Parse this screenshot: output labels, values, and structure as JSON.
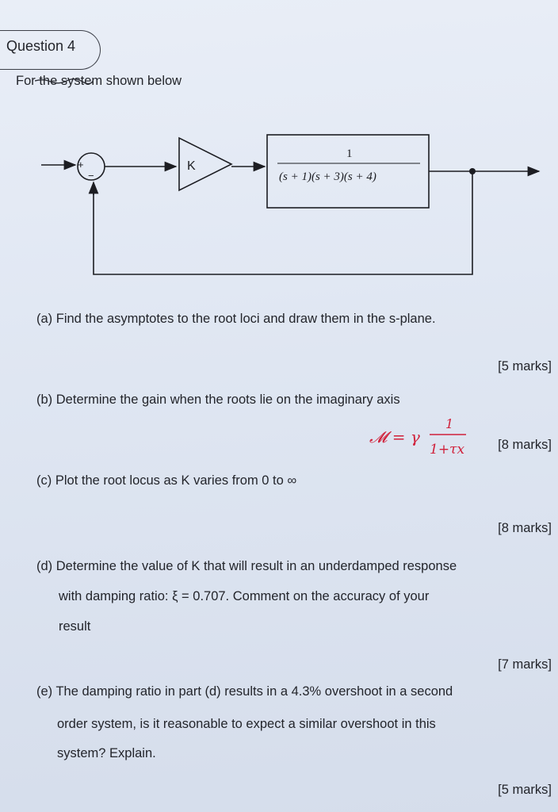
{
  "question_title": "Question 4",
  "intro": "For the system shown below",
  "diagram": {
    "summing_plus": "+",
    "summing_minus": "−",
    "gain_label": "K",
    "tf_numerator": "1",
    "tf_denominator": "(s + 1)(s + 3)(s + 4)"
  },
  "parts": [
    {
      "label": "(a)",
      "text": "Find the asymptotes to the root loci and draw them in the s-plane.",
      "marks": "[5 marks]"
    },
    {
      "label": "(b)",
      "text": "Determine the gain when the roots lie on the imaginary axis",
      "marks": "[8 marks]"
    },
    {
      "label": "(c)",
      "text": "Plot the root locus as K varies from 0 to ∞",
      "marks": "[8 marks]"
    },
    {
      "label": "(d)",
      "line1": "Determine the value of K that will result in an underdamped response",
      "line2": "with damping ratio: ξ = 0.707. Comment on the accuracy of your",
      "line3": "result",
      "marks": "[7 marks]"
    },
    {
      "label": "(e)",
      "line1": "The damping ratio in part (d) results in a 4.3% overshoot in a second",
      "line2": "order system, is it reasonable to expect a similar overshoot in this",
      "line3": "system? Explain.",
      "marks": "[5 marks]"
    }
  ],
  "annotation": {
    "left": "𝓜 = γ",
    "numerator": "1",
    "denominator": "1+τx",
    "color": "#d0203a"
  }
}
